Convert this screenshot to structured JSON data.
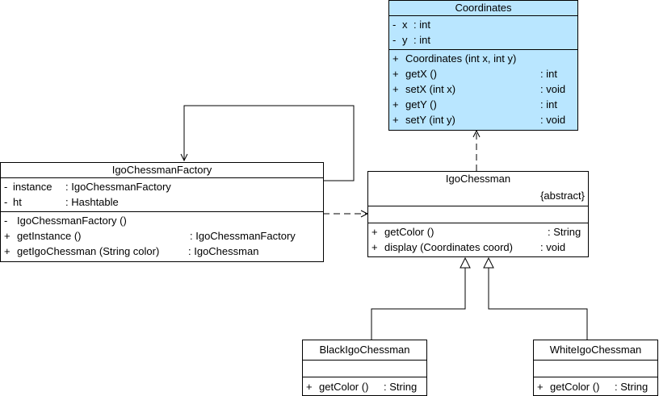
{
  "classes": {
    "coordinates": {
      "name": "Coordinates",
      "attributes": [
        {
          "vis": "-",
          "name": "x",
          "type": ": int"
        },
        {
          "vis": "-",
          "name": "y",
          "type": ": int"
        }
      ],
      "operations": [
        {
          "vis": "+",
          "sig": "Coordinates (int x, int y)",
          "type": ""
        },
        {
          "vis": "+",
          "sig": "getX ()",
          "type": ": int"
        },
        {
          "vis": "+",
          "sig": "setX (int x)",
          "type": ": void"
        },
        {
          "vis": "+",
          "sig": "getY ()",
          "type": ": int"
        },
        {
          "vis": "+",
          "sig": "setY (int y)",
          "type": ": void"
        }
      ],
      "fill": "#b9e6ff"
    },
    "factory": {
      "name": "IgoChessmanFactory",
      "attributes": [
        {
          "vis": "-",
          "name": "instance",
          "type": ": IgoChessmanFactory"
        },
        {
          "vis": "-",
          "name": "ht",
          "type": ": Hashtable"
        }
      ],
      "operations": [
        {
          "vis": "-",
          "sig": "IgoChessmanFactory ()",
          "type": ""
        },
        {
          "vis": "+",
          "sig": "getInstance ()",
          "type": ": IgoChessmanFactory"
        },
        {
          "vis": "+",
          "sig": "getIgoChessman (String color)",
          "type": ": IgoChessman"
        }
      ]
    },
    "igo": {
      "name": "IgoChessman",
      "stereotype": "{abstract}",
      "operations": [
        {
          "vis": "+",
          "sig": "getColor ()",
          "type": ": String"
        },
        {
          "vis": "+",
          "sig": "display (Coordinates coord)",
          "type": ": void"
        }
      ]
    },
    "black": {
      "name": "BlackIgoChessman",
      "operations": [
        {
          "vis": "+",
          "sig": "getColor ()",
          "type": ": String"
        }
      ]
    },
    "white": {
      "name": "WhiteIgoChessman",
      "operations": [
        {
          "vis": "+",
          "sig": "getColor ()",
          "type": ": String"
        }
      ]
    }
  }
}
